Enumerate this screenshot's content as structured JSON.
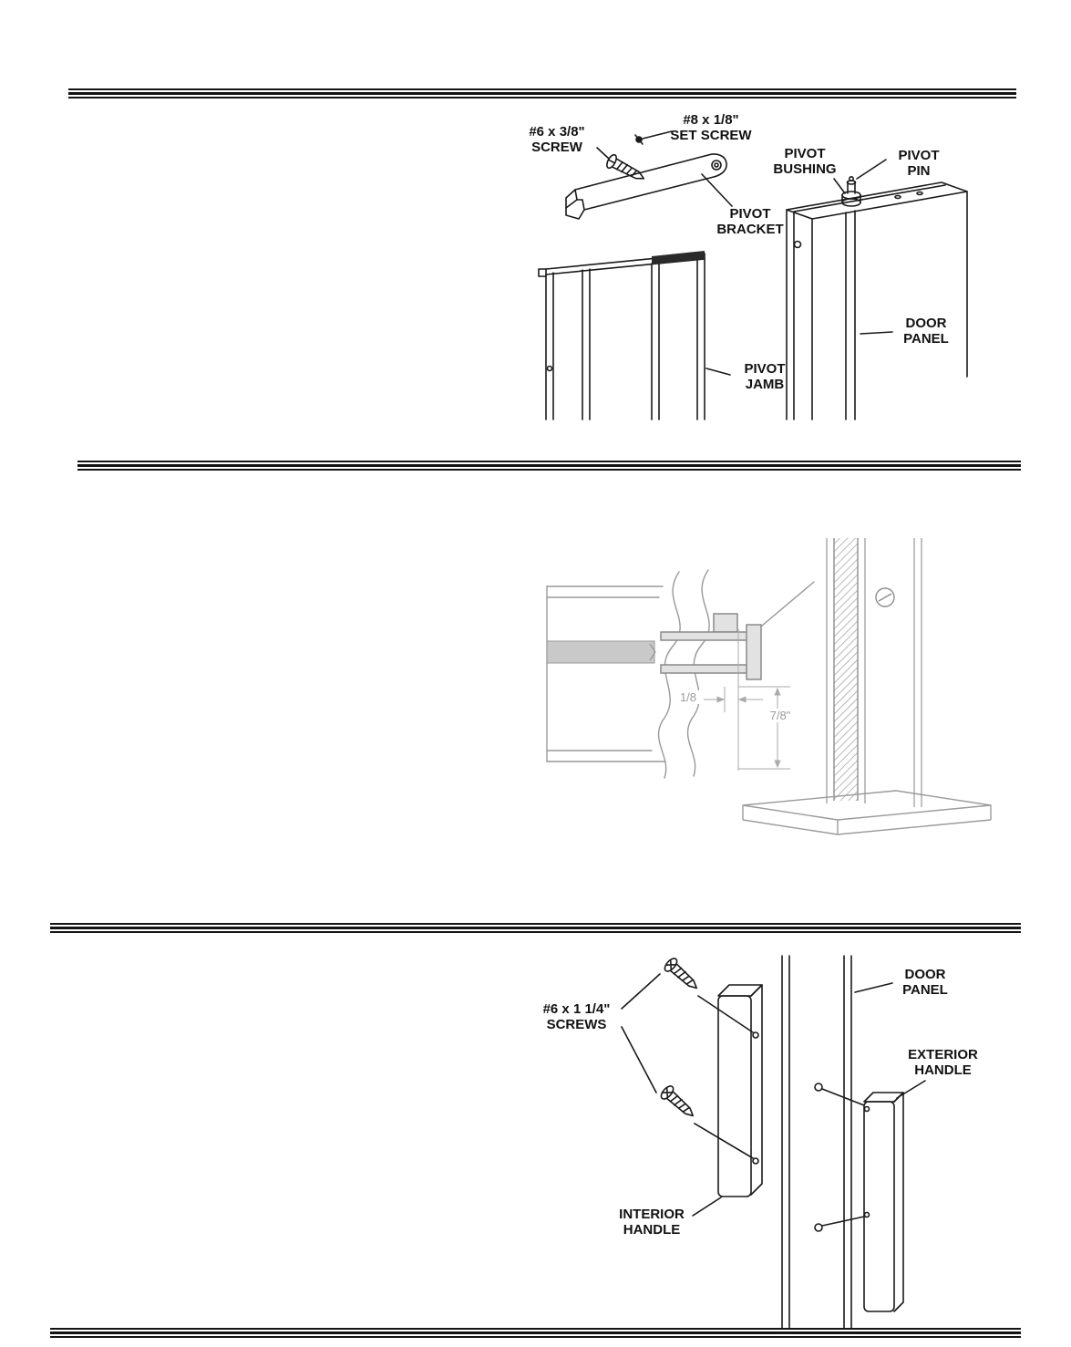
{
  "colors": {
    "ink": "#1a1a1a",
    "light_line": "#999999",
    "panel_fill": "#c9c9c9",
    "dim_text": "#9a9a9a"
  },
  "figure1": {
    "labels": {
      "screw": "#6 x 3/8\"\nSCREW",
      "set_screw": "#8 x 1/8\"\nSET SCREW",
      "pivot_bracket": "PIVOT\nBRACKET",
      "pivot_bushing": "PIVOT\nBUSHING",
      "pivot_pin": "PIVOT\nPIN",
      "door_panel": "DOOR\nPANEL",
      "pivot_jamb": "PIVOT\nJAMB"
    }
  },
  "figure2": {
    "labels": {
      "dim_18": "1/8",
      "dim_78": "7/8\""
    }
  },
  "figure3": {
    "labels": {
      "screws": "#6 x 1 1/4\"\nSCREWS",
      "door_panel": "DOOR\nPANEL",
      "exterior_handle": "EXTERIOR\nHANDLE",
      "interior_handle": "INTERIOR\nHANDLE"
    }
  }
}
